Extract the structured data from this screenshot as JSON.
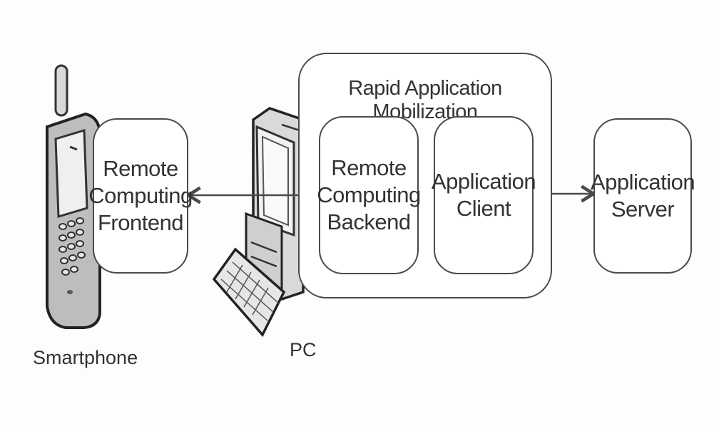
{
  "diagram": {
    "group_title": "Rapid Application Mobilization",
    "nodes": {
      "frontend": "Remote\nComputing\nFrontend",
      "backend": "Remote\nComputing\nBackend",
      "client": "Application\nClient",
      "server": "Application\nServer"
    },
    "devices": {
      "smartphone": "Smartphone",
      "pc": "PC"
    },
    "icons": [
      "smartphone-icon",
      "pc-icon",
      "keyboard-icon"
    ],
    "colors": {
      "stroke": "#4a4a4a",
      "fill": "#ffffff",
      "text": "#333333"
    }
  }
}
